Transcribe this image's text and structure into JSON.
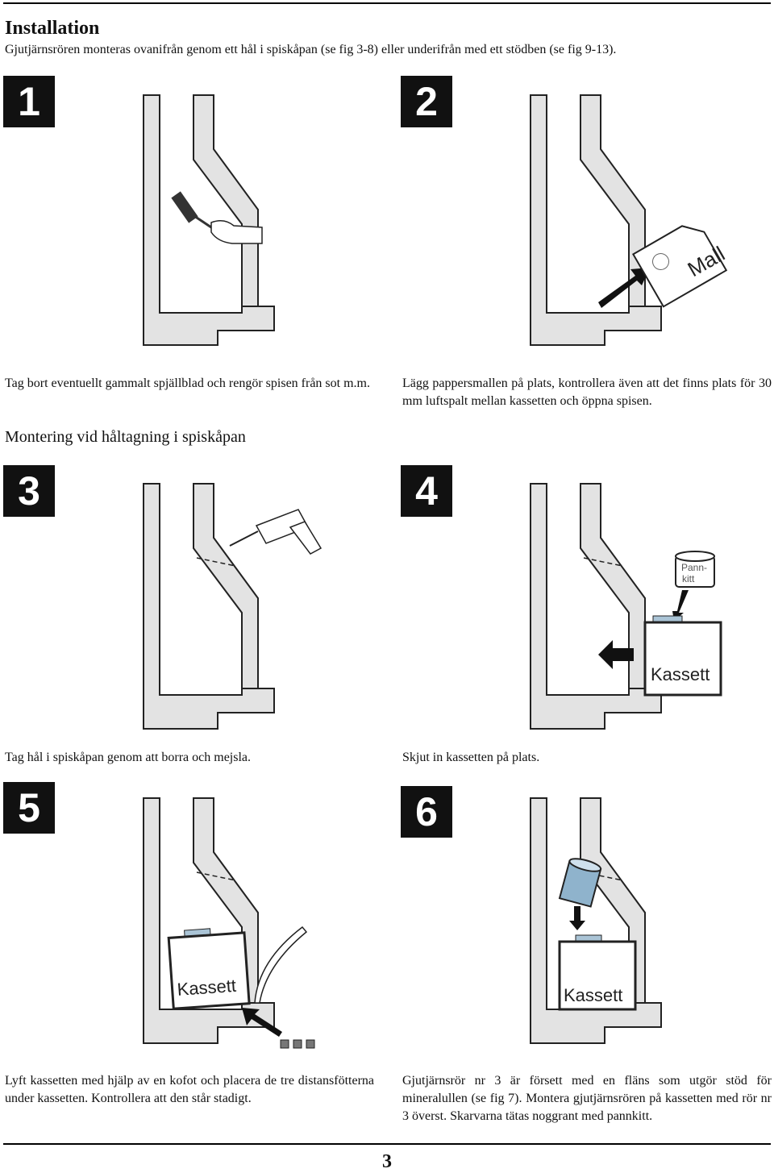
{
  "header": {
    "title": "Installation",
    "intro": "Gjutjärnsrören monteras ovanifrån genom ett hål i spiskåpan (se fig 3-8) eller underifrån med ett stödben (se fig 9-13)."
  },
  "section_title": "Montering vid håltagning i spiskåpan",
  "figures": [
    {
      "number": "1",
      "caption": "Tag bort eventuellt gammalt spjällblad och rengör spisen från sot m.m."
    },
    {
      "number": "2",
      "caption": "Lägg pappersmallen på plats, kontrollera även att det finns plats för 30 mm luftspalt mellan kassetten och öppna spisen.",
      "label": "Mall"
    },
    {
      "number": "3",
      "caption": "Tag hål i spiskåpan genom att borra och mejsla."
    },
    {
      "number": "4",
      "caption": "Skjut in kassetten på plats.",
      "label_can_line1": "Pann-",
      "label_can_line2": "kitt",
      "label_box": "Kassett"
    },
    {
      "number": "5",
      "caption": "Lyft kassetten med hjälp av en kofot och placera de tre distansfötterna under kassetten. Kontrollera att den står stadigt.",
      "label_box": "Kassett"
    },
    {
      "number": "6",
      "caption": "Gjutjärnsrör nr 3 är försett med en fläns som utgör stöd för mineralullen (se fig 7). Montera gjutjärnsrören på kassetten med rör nr 3 överst. Skarvarna tätas noggrant med pannkitt.",
      "label_box": "Kassett"
    }
  ],
  "page_number": "3"
}
